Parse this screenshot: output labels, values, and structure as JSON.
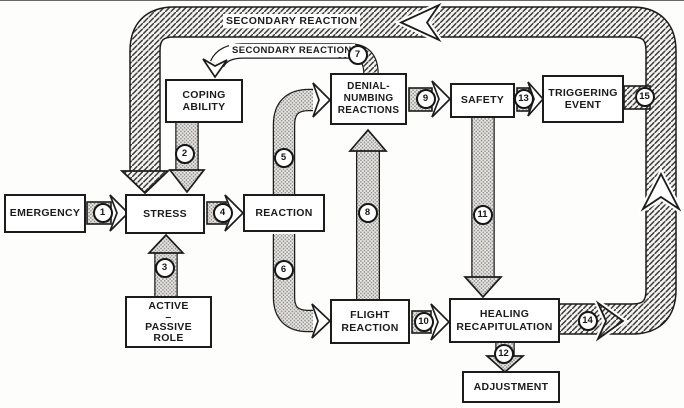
{
  "figure": {
    "title": "stress-reaction-flow-diagram",
    "ink_color": "#1c1c1c",
    "background_color": "#fdfdfb",
    "loop_labels": {
      "outer": "SECONDARY REACTION",
      "inner": "SECONDARY REACTION"
    },
    "boxes": {
      "emergency": "EMERGENCY",
      "stress": "STRESS",
      "reaction": "REACTION",
      "coping_ability": "COPING\nABILITY",
      "denial_numbing_reactions": "DENIAL-\nNUMBING\nREACTIONS",
      "safety": "SAFETY",
      "triggering_event": "TRIGGERING\nEVENT",
      "active_passive_role": "ACTIVE\n–\nPASSIVE\nROLE",
      "flight_reaction": "FLIGHT\nREACTION",
      "healing_recapitulation": "HEALING\nRECAPITULATION",
      "adjustment": "ADJUSTMENT"
    },
    "steps": {
      "n1": "1",
      "n2": "2",
      "n3": "3",
      "n4": "4",
      "n5": "5",
      "n6": "6",
      "n7": "7",
      "n8": "8",
      "n9": "9",
      "n10": "10",
      "n11": "11",
      "n12": "12",
      "n13": "13",
      "n14": "14",
      "n15": "15"
    }
  }
}
